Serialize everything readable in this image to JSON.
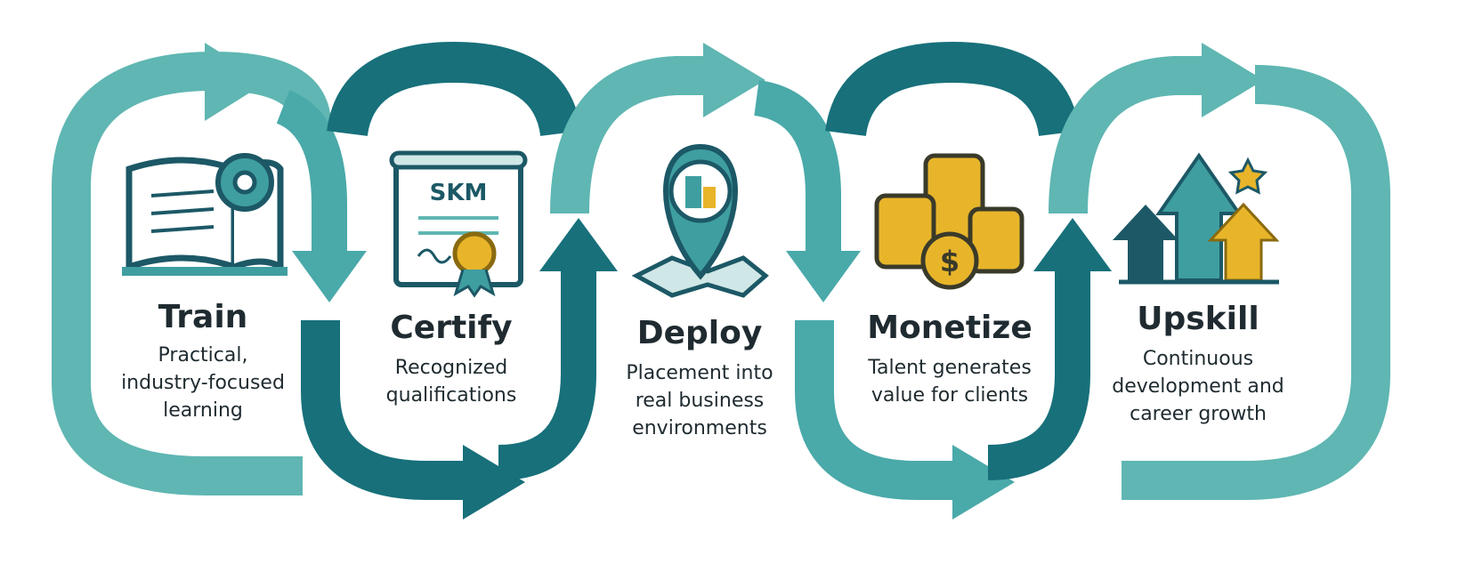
{
  "colors": {
    "teal_light": "#5fb6b2",
    "teal_mid": "#3f9ea0",
    "teal_dark": "#17707a",
    "navy": "#1c5866",
    "gold": "#e8b52a",
    "gold_dark": "#8a6a10",
    "text": "#1f2b30"
  },
  "steps": [
    {
      "title": "Train",
      "desc": [
        "Practical,",
        "industry-focused",
        "learning"
      ],
      "icon": "book-gear-icon"
    },
    {
      "title": "Certify",
      "desc": [
        "Recognized",
        "qualifications"
      ],
      "icon": "certificate-icon",
      "badge": "SKM"
    },
    {
      "title": "Deploy",
      "desc": [
        "Placement into",
        "real business",
        "environments"
      ],
      "icon": "map-pin-building-icon"
    },
    {
      "title": "Monetize",
      "desc": [
        "Talent generates",
        "value for clients"
      ],
      "icon": "coins-icon"
    },
    {
      "title": "Upskill",
      "desc": [
        "Continuous",
        "development and",
        "career growth"
      ],
      "icon": "growth-arrows-icon"
    }
  ]
}
